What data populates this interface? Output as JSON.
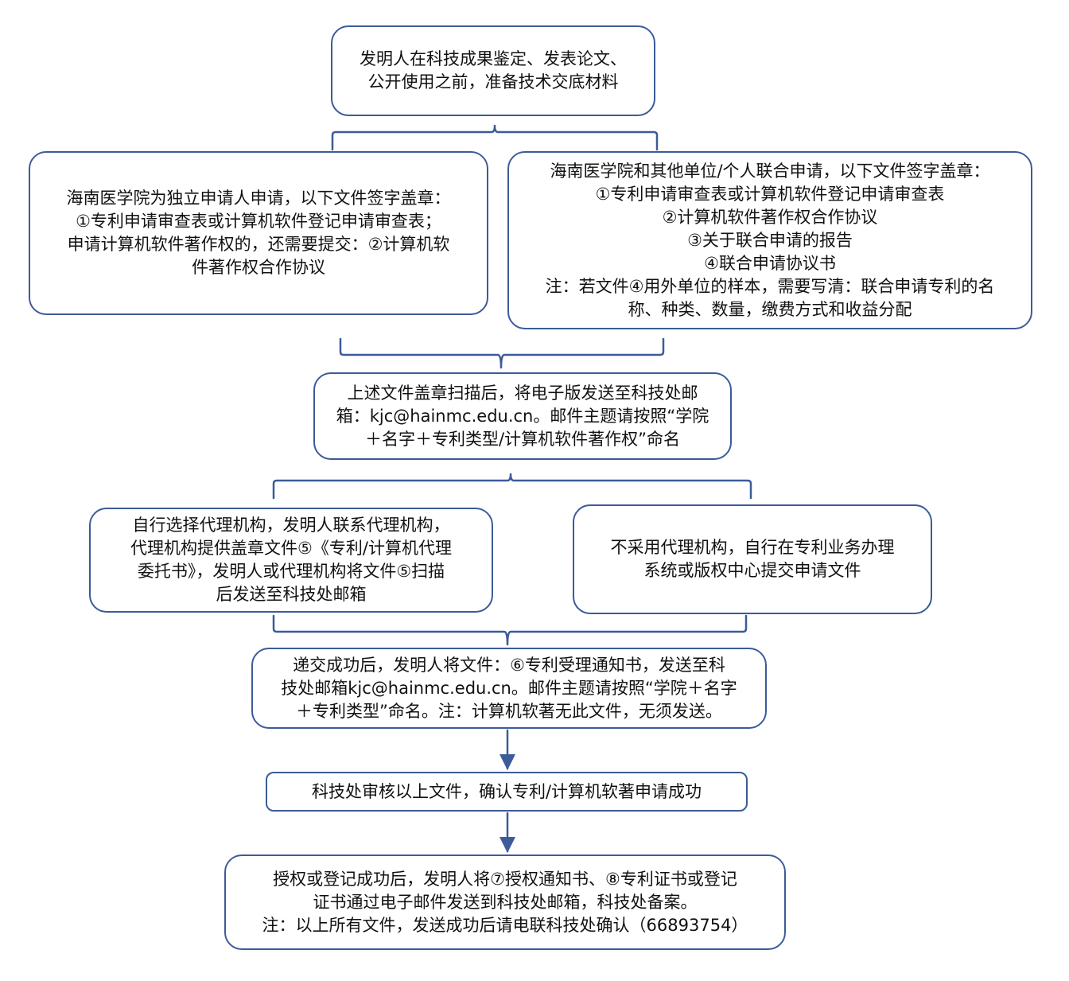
{
  "colors": {
    "border": "#3c5b99",
    "connector": "#3c5b99",
    "text": "#111111"
  },
  "nodes": {
    "start": {
      "lines": [
        "发明人在科技成果鉴定、发表论文、",
        "公开使用之前，准备技术交底材料"
      ]
    },
    "independent": {
      "lines": [
        "海南医学院为独立申请人申请，以下文件签字盖章：",
        "①专利申请审查表或计算机软件登记申请审查表；",
        "申请计算机软件著作权的，还需要提交：②计算机软",
        "件著作权合作协议"
      ]
    },
    "joint": {
      "lines": [
        "海南医学院和其他单位/个人联合申请，以下文件签字盖章：",
        "①专利申请审查表或计算机软件登记申请审查表",
        "②计算机软件著作权合作协议",
        "③关于联合申请的报告",
        "④联合申请协议书",
        "注：若文件④用外单位的样本，需要写清：联合申请专利的名",
        "称、种类、数量，缴费方式和收益分配"
      ]
    },
    "scan_send": {
      "lines": [
        "上述文件盖章扫描后，将电子版发送至科技处邮",
        "箱：kjc@hainmc.edu.cn。邮件主题请按照“学院",
        "＋名字＋专利类型/计算机软件著作权”命名"
      ]
    },
    "agent": {
      "lines": [
        "自行选择代理机构，发明人联系代理机构，",
        "代理机构提供盖章文件⑤《专利/计算机代理",
        "委托书》，发明人或代理机构将文件⑤扫描",
        "后发送至科技处邮箱"
      ]
    },
    "no_agent": {
      "lines": [
        "不采用代理机构，自行在专利业务办理",
        "系统或版权中心提交申请文件"
      ]
    },
    "submitted": {
      "lines": [
        "递交成功后，发明人将文件：⑥专利受理通知书，发送至科",
        "技处邮箱kjc@hainmc.edu.cn。邮件主题请按照“学院＋名字",
        "＋专利类型”命名。注：计算机软著无此文件，无须发送。"
      ]
    },
    "review": {
      "lines": [
        "科技处审核以上文件，确认专利/计算机软著申请成功"
      ]
    },
    "granted": {
      "lines": [
        "授权或登记成功后，发明人将⑦授权通知书、⑧专利证书或登记",
        "证书通过电子邮件发送到科技处邮箱，科技处备案。",
        "注：以上所有文件，发送成功后请电联科技处确认（66893754）"
      ]
    }
  }
}
